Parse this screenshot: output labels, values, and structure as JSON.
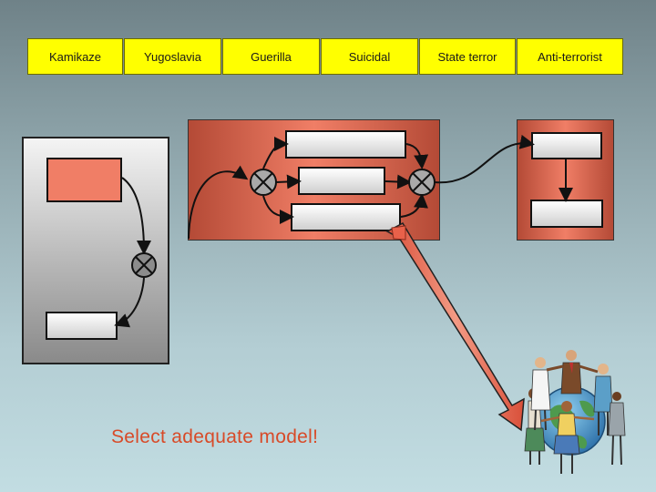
{
  "tabs": [
    "Kamikaze",
    "Yugoslavia",
    "Guerilla",
    "Suicidal",
    "State terror",
    "Anti-terrorist"
  ],
  "message": "Select adequate model!",
  "colors": {
    "tab": "#ffff00",
    "panel_red": "#f07e66",
    "arrow": "#e8614a",
    "message": "#d84a28"
  }
}
